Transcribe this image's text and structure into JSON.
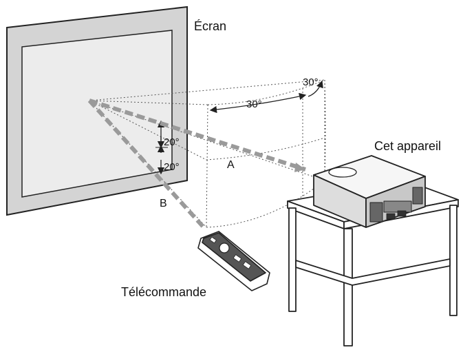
{
  "labels": {
    "screen": "Écran",
    "unit": "Cet appareil",
    "remote": "Télécommande",
    "beam_a": "A",
    "beam_b": "B"
  },
  "angles": {
    "horizontal": "30°",
    "vertical_outer": "30°",
    "vertical_up": "20°",
    "vertical_down": "20°"
  },
  "colors": {
    "line": "#222222",
    "screen_fill": "#e6e6e6",
    "dashed": "#9a9a9a"
  }
}
